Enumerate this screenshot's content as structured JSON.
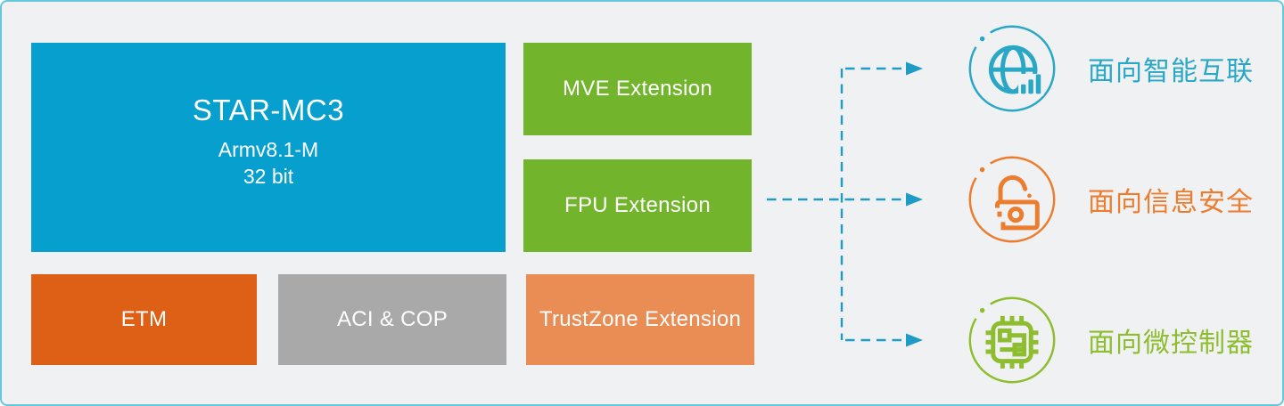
{
  "frame": {
    "background_color": "#F0F1F2",
    "border_color": "#67C7DA"
  },
  "core_block": {
    "title": "STAR-MC3",
    "subtitle_line1": "Armv8.1-M",
    "subtitle_line2": "32 bit",
    "color": "#069FCE",
    "text_color": "#FFFFFF"
  },
  "extension_blocks": [
    {
      "id": "mve",
      "label": "MVE Extension",
      "color": "#72B42B"
    },
    {
      "id": "fpu",
      "label": "FPU Extension",
      "color": "#72B42B"
    },
    {
      "id": "trustzone",
      "label": "TrustZone Extension",
      "color": "#E98D54"
    }
  ],
  "support_blocks": [
    {
      "id": "etm",
      "label": "ETM",
      "color": "#DE6016"
    },
    {
      "id": "aci_cop",
      "label": "ACI & COP",
      "color": "#A9A9A9"
    }
  ],
  "targets": [
    {
      "id": "connectivity",
      "label": "面向智能互联",
      "icon": "globe-bars-icon",
      "color": "#29A7C7"
    },
    {
      "id": "security",
      "label": "面向信息安全",
      "icon": "open-lock-icon",
      "color": "#EC7D2F"
    },
    {
      "id": "microcontroller",
      "label": "面向微控制器",
      "icon": "microchip-icon",
      "color": "#8EBE2F"
    }
  ],
  "connectors": {
    "color": "#1E9CC5",
    "style": "dashed-arrow"
  }
}
